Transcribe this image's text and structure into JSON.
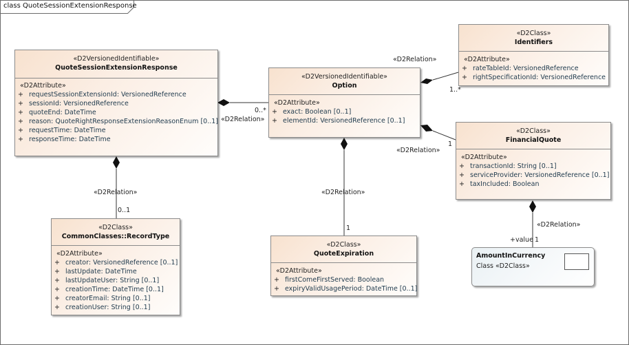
{
  "frame": {
    "title": "class QuoteSessionExtensionResponse"
  },
  "classes": {
    "qser": {
      "stereotype": "«D2VersionedIdentifiable»",
      "name": "QuoteSessionExtensionResponse",
      "attr_stereotype": "«D2Attribute»",
      "attrs": [
        {
          "vis": "+",
          "text": "requestSessionExtensionId: VersionedReference"
        },
        {
          "vis": "+",
          "text": "sessionId: VersionedReference"
        },
        {
          "vis": "+",
          "text": "quoteEnd: DateTime"
        },
        {
          "vis": "+",
          "text": "reason: QuoteRightResponseExtensionReasonEnum [0..1]"
        },
        {
          "vis": "+",
          "text": "requestTime: DateTime"
        },
        {
          "vis": "+",
          "text": "responseTime: DateTime"
        }
      ]
    },
    "option": {
      "stereotype": "«D2VersionedIdentifiable»",
      "name": "Option",
      "attr_stereotype": "«D2Attribute»",
      "attrs": [
        {
          "vis": "+",
          "text": "exact: Boolean [0..1]"
        },
        {
          "vis": "+",
          "text": "elementId: VersionedReference [0..1]"
        }
      ]
    },
    "identifiers": {
      "stereotype": "«D2Class»",
      "name": "Identifiers",
      "attr_stereotype": "«D2Attribute»",
      "attrs": [
        {
          "vis": "+",
          "text": "rateTableId: VersionedReference"
        },
        {
          "vis": "+",
          "text": "rightSpecificationId: VersionedReference"
        }
      ]
    },
    "financial": {
      "stereotype": "«D2Class»",
      "name": "FinancialQuote",
      "attr_stereotype": "«D2Attribute»",
      "attrs": [
        {
          "vis": "+",
          "text": "transactionId: String [0..1]"
        },
        {
          "vis": "+",
          "text": "serviceProvider: VersionedReference [0..1]"
        },
        {
          "vis": "+",
          "text": "taxIncluded: Boolean"
        }
      ]
    },
    "recordtype": {
      "stereotype": "«D2Class»",
      "name": "CommonClasses::RecordType",
      "attr_stereotype": "«D2Attribute»",
      "attrs": [
        {
          "vis": "+",
          "text": "creator: VersionedReference [0..1]"
        },
        {
          "vis": "+",
          "text": "lastUpdate: DateTime"
        },
        {
          "vis": "+",
          "text": "lastUpdateUser: String [0..1]"
        },
        {
          "vis": "+",
          "text": "creationTime: DateTime [0..1]"
        },
        {
          "vis": "+",
          "text": "creatorEmail: String [0..1]"
        },
        {
          "vis": "+",
          "text": "creationUser: String [0..1]"
        }
      ]
    },
    "expiration": {
      "stereotype": "«D2Class»",
      "name": "QuoteExpiration",
      "attr_stereotype": "«D2Attribute»",
      "attrs": [
        {
          "vis": "+",
          "text": "firstComeFirstServed: Boolean"
        },
        {
          "vis": "+",
          "text": "expiryValidUsagePeriod: DateTime [0..1]"
        }
      ]
    }
  },
  "amount": {
    "name": "AmountInCurrency",
    "sub": "Class «D2Class»"
  },
  "labels": {
    "rel_qser_option": "«D2Relation»",
    "mult_qser_option": "0..*",
    "rel_option_ident": "«D2Relation»",
    "mult_option_ident": "1..*",
    "rel_option_fin": "«D2Relation»",
    "mult_option_fin": "1",
    "rel_option_exp": "«D2Relation»",
    "mult_option_exp": "1",
    "rel_qser_rec": "«D2Relation»",
    "mult_qser_rec": "0..1",
    "rel_fin_amount": "«D2Relation»",
    "role_fin_amount": "+value",
    "mult_fin_amount": "1"
  },
  "colors": {
    "class_fill_start": "#f8e2cf",
    "class_border": "#8a8a8a",
    "amount_fill": "#eaf1f4",
    "attr_text": "#1f3a4d"
  }
}
